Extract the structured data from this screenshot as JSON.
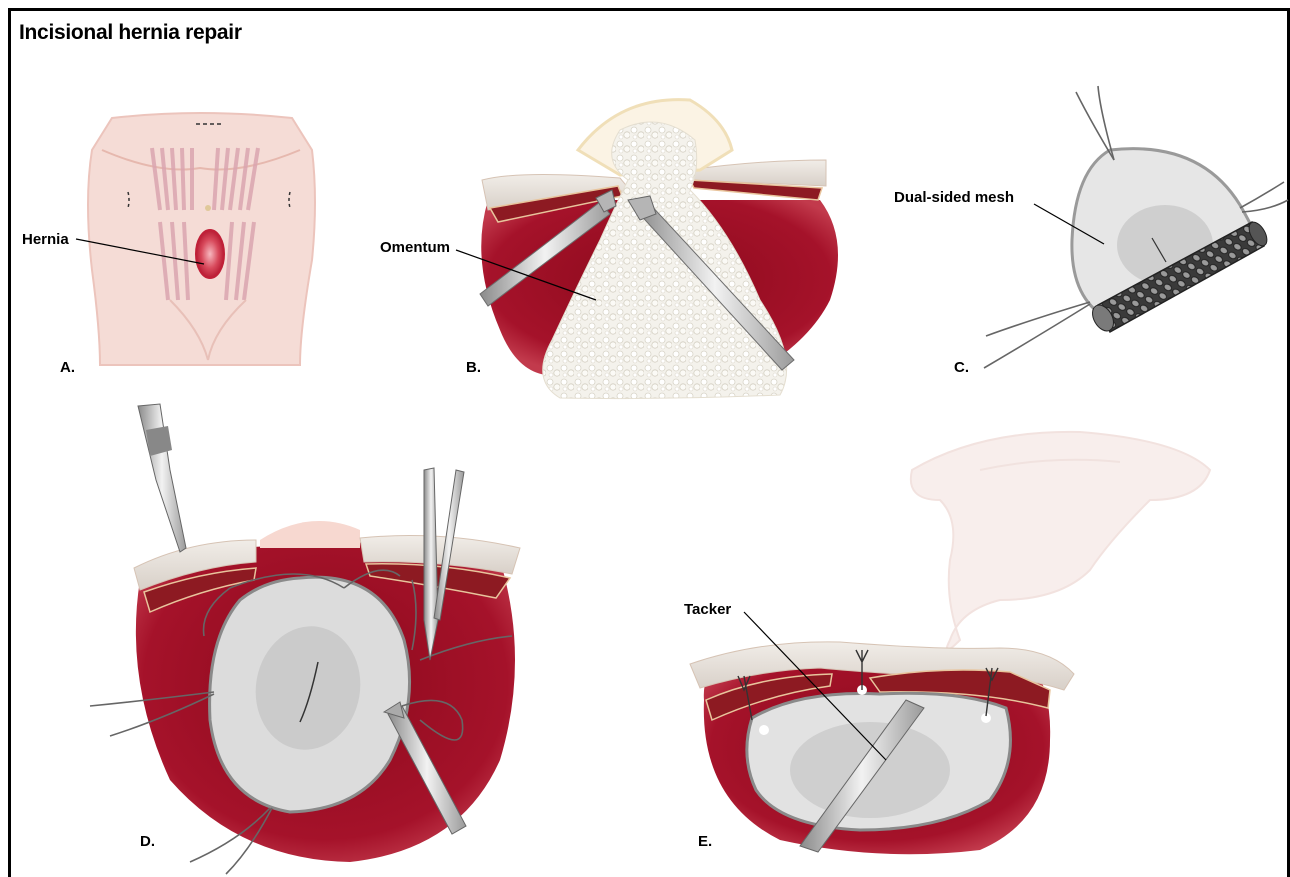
{
  "title": "Incisional hernia repair",
  "panels": {
    "a": {
      "letter": "A.",
      "callout": "Hernia"
    },
    "b": {
      "letter": "B.",
      "callout": "Omentum"
    },
    "c": {
      "letter": "C.",
      "callout": "Dual-sided mesh"
    },
    "d": {
      "letter": "D."
    },
    "e": {
      "letter": "E.",
      "callout": "Tacker"
    }
  },
  "colors": {
    "skin": "#f5dcd6",
    "muscle": "#9b0d1e",
    "tissue_red": "#a31126",
    "mesh_gray": "#d9d9d9",
    "instrument": "#c8c8c8"
  }
}
